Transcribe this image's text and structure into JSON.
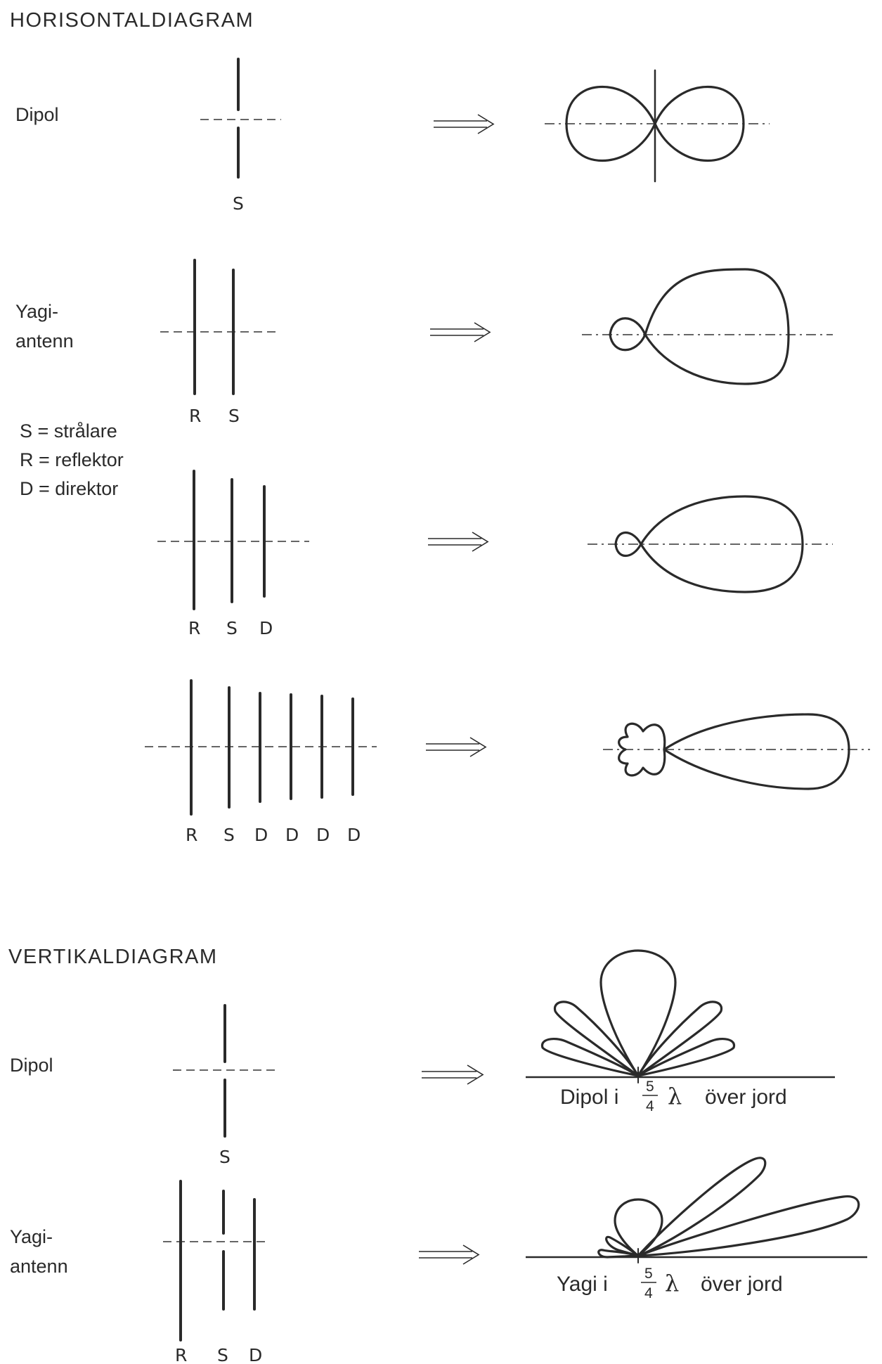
{
  "horizontal": {
    "title": "HORISONTALDIAGRAM",
    "rows": [
      {
        "label_lines": [
          "Dipol"
        ],
        "element_labels": [
          "S"
        ]
      },
      {
        "label_lines": [
          "Yagi-",
          "antenn"
        ],
        "element_labels": [
          "R",
          "S"
        ]
      },
      {
        "label_lines": [],
        "element_labels": [
          "R",
          "S",
          "D"
        ]
      },
      {
        "label_lines": [],
        "element_labels": [
          "R",
          "S",
          "D",
          "D",
          "D",
          "D"
        ]
      }
    ]
  },
  "legend": {
    "items": [
      "S = strålare",
      "R = reflektor",
      "D = direktor"
    ]
  },
  "vertical": {
    "title": "VERTIKALDIAGRAM",
    "rows": [
      {
        "label_lines": [
          "Dipol"
        ],
        "element_labels": [
          "S"
        ],
        "caption_prefix": "Dipol i",
        "fraction_numerator": "5",
        "fraction_denominator": "4",
        "symbol": "λ",
        "caption_suffix": "över jord"
      },
      {
        "label_lines": [
          "Yagi-",
          "antenn"
        ],
        "element_labels": [
          "R",
          "S",
          "D"
        ],
        "caption_prefix": "Yagi i",
        "fraction_numerator": "5",
        "fraction_denominator": "4",
        "symbol": "λ",
        "caption_suffix": "över jord"
      }
    ]
  }
}
